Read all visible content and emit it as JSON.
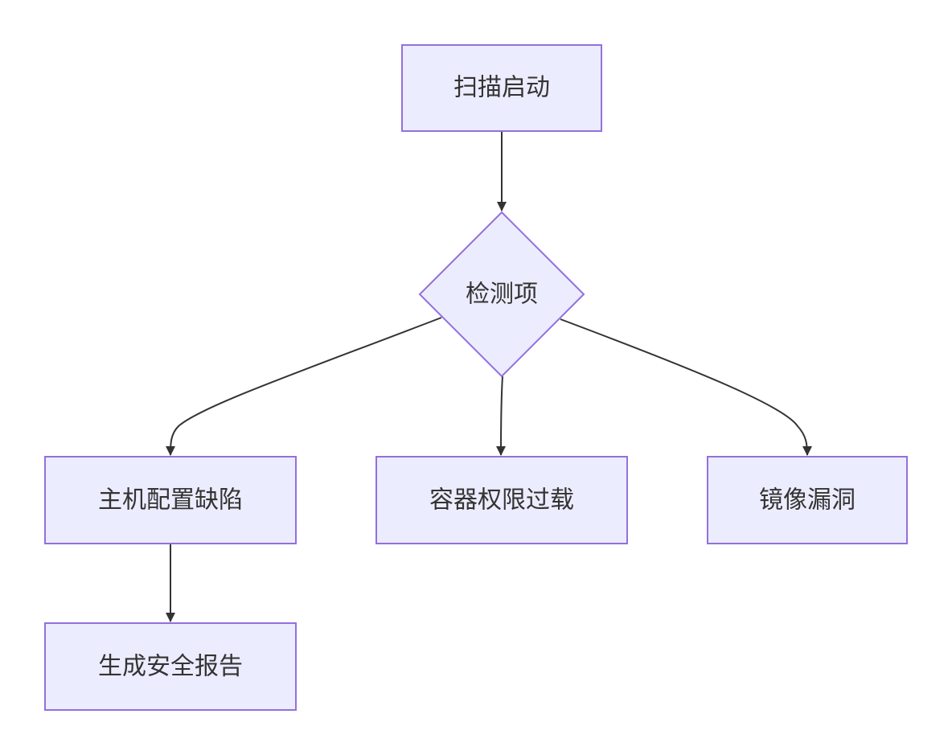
{
  "diagram": {
    "type": "flowchart",
    "colors": {
      "node_fill": "#ececff",
      "node_border": "#9370db",
      "edge": "#333333",
      "text": "#333333",
      "background": "#ffffff"
    },
    "nodes": {
      "start": {
        "label": "扫描启动",
        "shape": "rectangle"
      },
      "check": {
        "label": "检测项",
        "shape": "diamond"
      },
      "host": {
        "label": "主机配置缺陷",
        "shape": "rectangle"
      },
      "container": {
        "label": "容器权限过载",
        "shape": "rectangle"
      },
      "image": {
        "label": "镜像漏洞",
        "shape": "rectangle"
      },
      "report": {
        "label": "生成安全报告",
        "shape": "rectangle"
      }
    },
    "edges": [
      {
        "from": "start",
        "to": "check"
      },
      {
        "from": "check",
        "to": "host"
      },
      {
        "from": "check",
        "to": "container"
      },
      {
        "from": "check",
        "to": "image"
      },
      {
        "from": "host",
        "to": "report"
      }
    ]
  }
}
